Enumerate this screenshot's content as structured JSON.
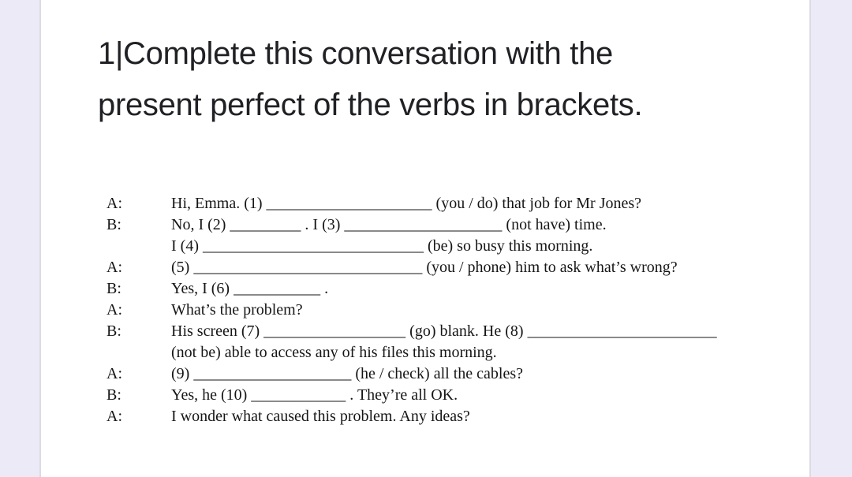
{
  "theme": {
    "page_background": "#ECEAF6",
    "card_background": "#FFFFFF",
    "card_border_color": "#DCDBE3",
    "title_color": "#202124",
    "body_text_color": "#161616"
  },
  "question": {
    "number": "1",
    "title_full": "1|Complete this conversation with the present perfect of the verbs in brackets.",
    "title_lines": [
      "1|Complete this conversation with the",
      "present perfect of the verbs in brackets."
    ]
  },
  "conversation": {
    "rows": [
      {
        "speaker": "A:",
        "text": "Hi, Emma. (1) _____________________ (you / do) that job for Mr Jones?"
      },
      {
        "speaker": "B:",
        "text": "No, I (2) _________ . I (3) ____________________ (not have) time."
      },
      {
        "speaker": "",
        "text": "I (4) ____________________________ (be) so busy this morning."
      },
      {
        "speaker": "A:",
        "text": "(5) _____________________________ (you / phone) him to ask what’s wrong?"
      },
      {
        "speaker": "B:",
        "text": "Yes, I (6) ___________ ."
      },
      {
        "speaker": "A:",
        "text": "What’s the problem?"
      },
      {
        "speaker": "B:",
        "text": "His screen (7) __________________ (go) blank. He (8) ________________________"
      },
      {
        "speaker": "",
        "text": "(not be) able to access any of his files this morning."
      },
      {
        "speaker": "A:",
        "text": "(9) ____________________ (he / check) all the cables?"
      },
      {
        "speaker": "B:",
        "text": "Yes, he (10) ____________ . They’re all OK."
      },
      {
        "speaker": "A:",
        "text": "I wonder what caused this problem. Any ideas?"
      }
    ]
  }
}
